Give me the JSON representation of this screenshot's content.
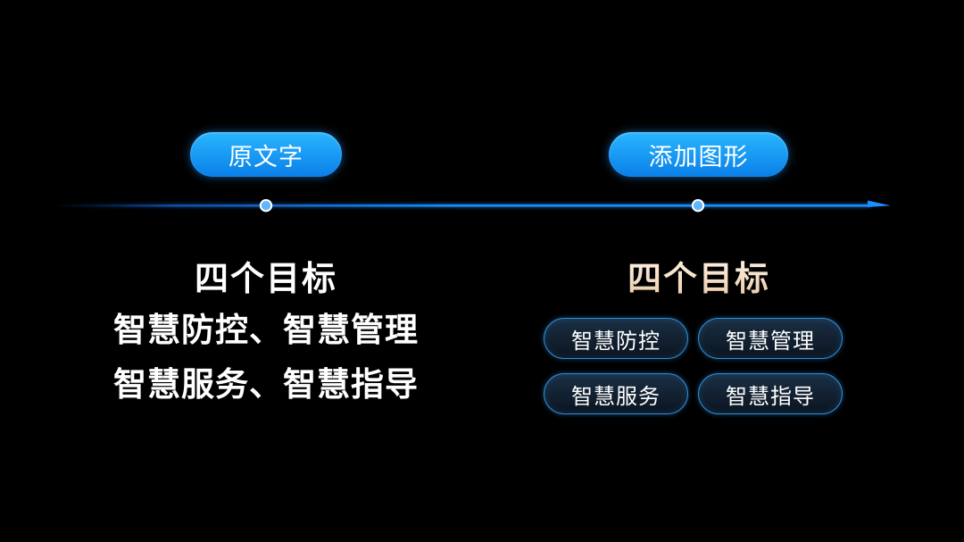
{
  "labels": {
    "left_tag": "原文字",
    "right_tag": "添加图形"
  },
  "left_block": {
    "title": "四个目标",
    "line1": "智慧防控、智慧管理",
    "line2": "智慧服务、智慧指导"
  },
  "right_block": {
    "title": "四个目标",
    "goals": [
      "智慧防控",
      "智慧管理",
      "智慧服务",
      "智慧指导"
    ]
  },
  "colors": {
    "background": "#000000",
    "accent_blue": "#1a8fff",
    "title_gold": "#f4dcc4"
  }
}
